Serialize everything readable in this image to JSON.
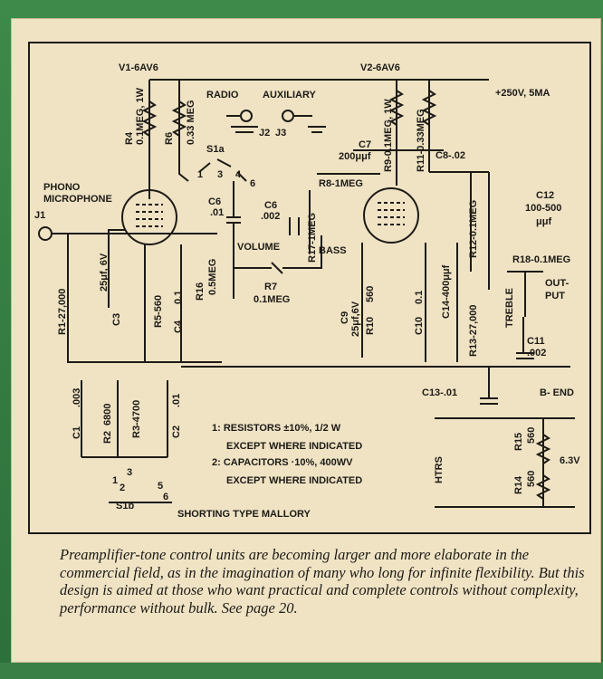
{
  "tubes": {
    "v1": "V1-6AV6",
    "v2": "V2-6AV6"
  },
  "inputs": {
    "radio": "RADIO",
    "auxiliary": "AUXILIARY",
    "j2": "J2",
    "j3": "J3",
    "phono": "PHONO",
    "microphone": "MICROPHONE",
    "j1": "J1"
  },
  "supply": {
    "b_plus": "+250V, 5MA",
    "b_end": "B- END",
    "heater": "6.3V",
    "htrs": "HTRS"
  },
  "switches": {
    "s1a": "S1a",
    "s1b": "S1b",
    "pos1": "1",
    "pos2": "2",
    "pos3": "3",
    "pos4": "4",
    "pos5": "5",
    "pos6": "6"
  },
  "controls": {
    "volume": "VOLUME",
    "bass": "BASS",
    "treble": "TREBLE",
    "output": "OUT-",
    "output2": "PUT"
  },
  "components": {
    "r4": "R4",
    "r4v": "0.1MEG, 1W",
    "r6": "R6",
    "r6v": "0.33 MEG",
    "r9": "R9-0.1MEG, 1W",
    "r11": "R11-0.33MEG",
    "c7": "C7",
    "c7v": "200μμf",
    "c8": "C8-.02",
    "r8": "R8-1MEG",
    "c6a": "C6",
    "c6av": ".01",
    "c6b": "C6",
    "c6bv": ".002",
    "r17": "R17-1MEG",
    "c12": "C12",
    "c12v": "100-500",
    "c12u": "μμf",
    "r12": "R12-0.1MEG",
    "r18": "R18-0.1MEG",
    "r16": "R16",
    "r16v": "0.5MEG",
    "r7": "R7",
    "r7v": "0.1MEG",
    "c9": "C9",
    "c9v": "25μf,6V",
    "r10": "R10",
    "r10v": "560",
    "c10": "C10",
    "c10v": "0.1",
    "c14": "C14-400μμf",
    "r13": "R13-27,000",
    "c11": "C11",
    "c11v": ".002",
    "c13": "C13-.01",
    "r1": "R1-27,000",
    "c3": "C3",
    "c3v": "25μf, 6V",
    "r5": "R5-560",
    "c4": "C4",
    "c4v": "0.1",
    "c1": "C1",
    "c1v": ".003",
    "r2": "R2",
    "r2v": "6800",
    "r3": "R3-4700",
    "c2": "C2",
    "c2v": ".01",
    "r15": "R15",
    "r15v": "560",
    "r14": "R14",
    "r14v": "560"
  },
  "notes": {
    "n1a": "1: RESISTORS ±10%, 1/2 W",
    "n1b": "EXCEPT WHERE INDICATED",
    "n2a": "2: CAPACITORS ·10%, 400WV",
    "n2b": "EXCEPT WHERE INDICATED",
    "mallory": "SHORTING TYPE MALLORY"
  },
  "caption": "Preamplifier-tone control units are becoming larger and more elaborate in the commercial field, as in the imagination of many who long for infinite flexibility. But this design is aimed at those who want practical and complete controls without complexity, performance without bulk. See page 20.",
  "colors": {
    "cover_green": "#2f7a3e",
    "paper": "#efe3c4",
    "ink": "#1d1a16"
  }
}
